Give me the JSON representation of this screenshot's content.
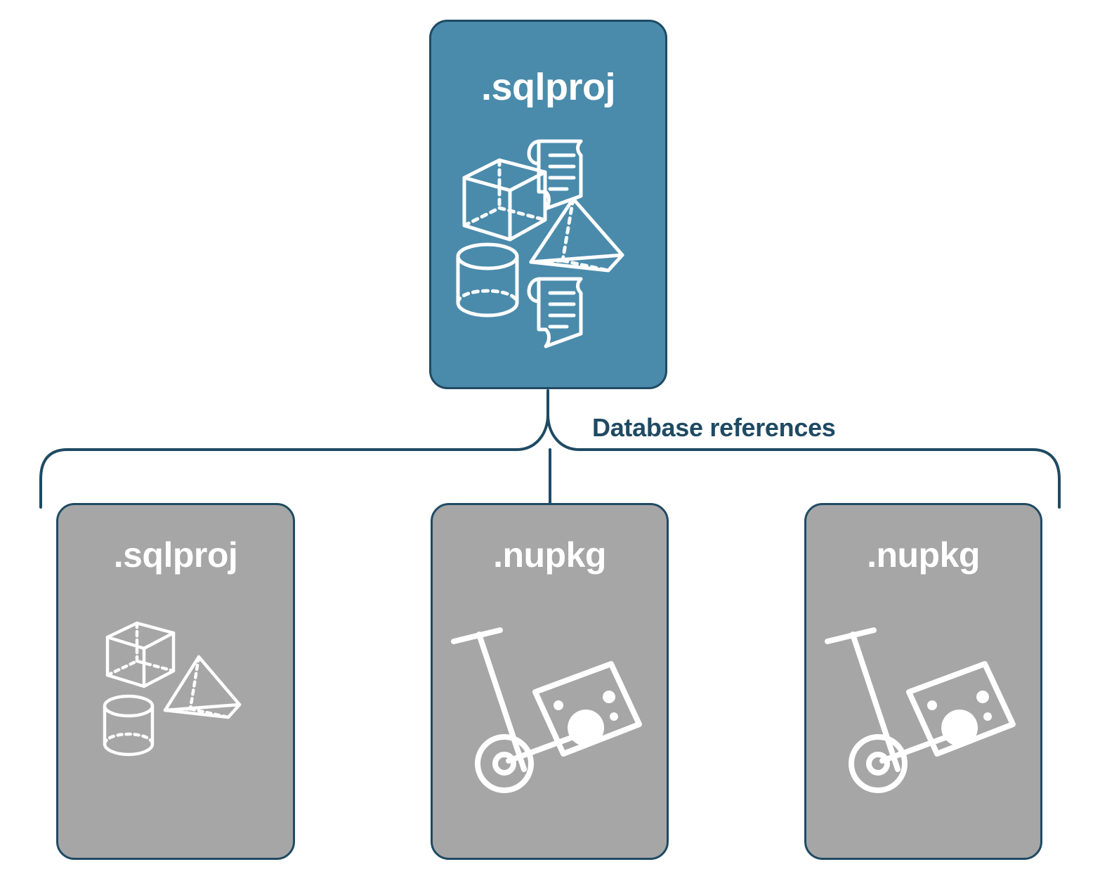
{
  "diagram": {
    "title_icon": "sqlproj-shapes-icon",
    "edge_label": "Database references",
    "colors": {
      "primary_fill": "#4a8bab",
      "secondary_fill": "#a6a6a6",
      "outline": "#1f4a63",
      "label_text": "#1f4a63",
      "icon_stroke": "#ffffff",
      "background": "#ffffff"
    },
    "root": {
      "label": ".sqlproj",
      "icons": [
        "cube-icon",
        "scroll-icon",
        "pyramid-icon",
        "cylinder-icon",
        "scroll-icon"
      ]
    },
    "references": [
      {
        "label": ".sqlproj",
        "icons": [
          "cube-icon",
          "pyramid-icon",
          "cylinder-icon"
        ]
      },
      {
        "label": ".nupkg",
        "icons": [
          "hand-truck-package-icon"
        ]
      },
      {
        "label": ".nupkg",
        "icons": [
          "hand-truck-package-icon"
        ]
      }
    ]
  }
}
